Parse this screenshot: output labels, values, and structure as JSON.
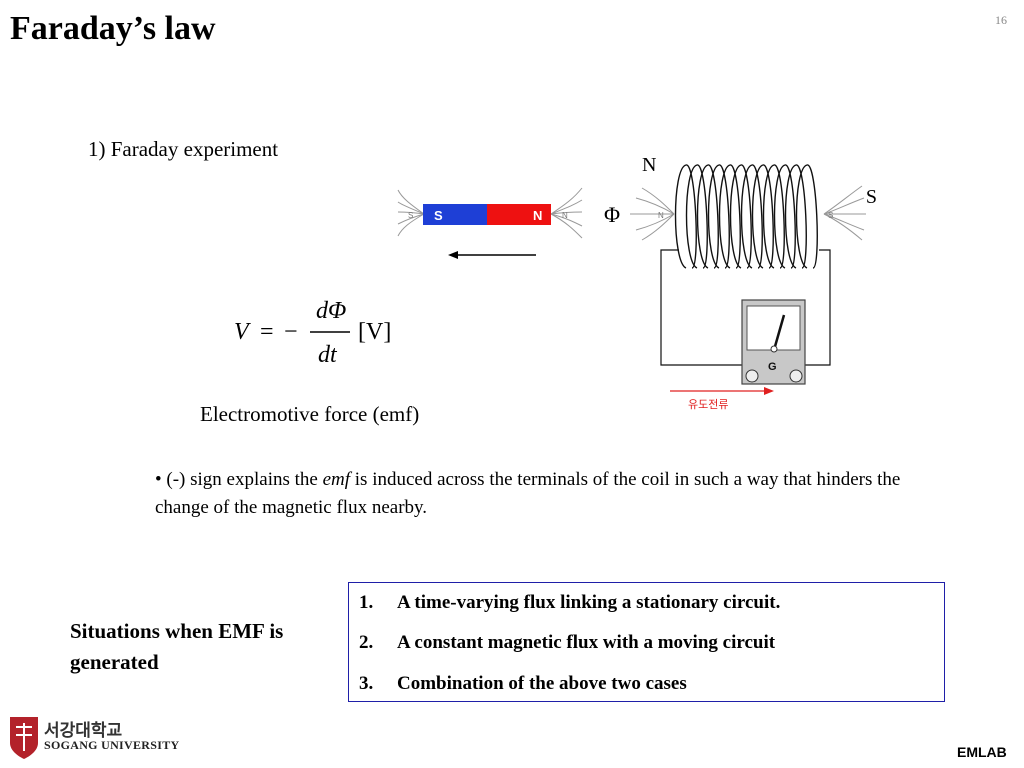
{
  "slide": {
    "title": "Faraday’s law",
    "page_number": "16"
  },
  "experiment": {
    "label": "1) Faraday experiment",
    "magnet_s": "S",
    "magnet_n": "N",
    "field_s": "S",
    "field_n": "N",
    "coil_n": "N",
    "coil_s": "S",
    "flux_symbol": "Φ",
    "galvanometer_label": "G",
    "current_label": "유도전류"
  },
  "formula": {
    "lhs": "V",
    "equals": "=",
    "minus": "−",
    "numerator": "dΦ",
    "denominator": "dt",
    "unit": "[V]"
  },
  "emf_caption": "Electromotive force (emf)",
  "note": {
    "prefix": "• (-) sign explains the ",
    "emph": "emf",
    "suffix": " is induced across the terminals of the coil in such a way that hinders the change of the magnetic flux nearby."
  },
  "situations": {
    "heading": "Situations when EMF is generated",
    "items": [
      {
        "num": "1.",
        "text": "A time-varying flux linking a stationary circuit."
      },
      {
        "num": "2.",
        "text": "A constant magnetic flux with a moving circuit"
      },
      {
        "num": "3.",
        "text": "Combination of the above two cases"
      }
    ]
  },
  "footer": {
    "university_kr": "서강대학교",
    "university_en": "SOGANG UNIVERSITY",
    "lab": "EMLAB"
  },
  "colors": {
    "magnet_blue": "#1e3fd6",
    "magnet_red": "#ee1111",
    "box_border": "#1f1fa8",
    "current_red": "#e02020"
  }
}
